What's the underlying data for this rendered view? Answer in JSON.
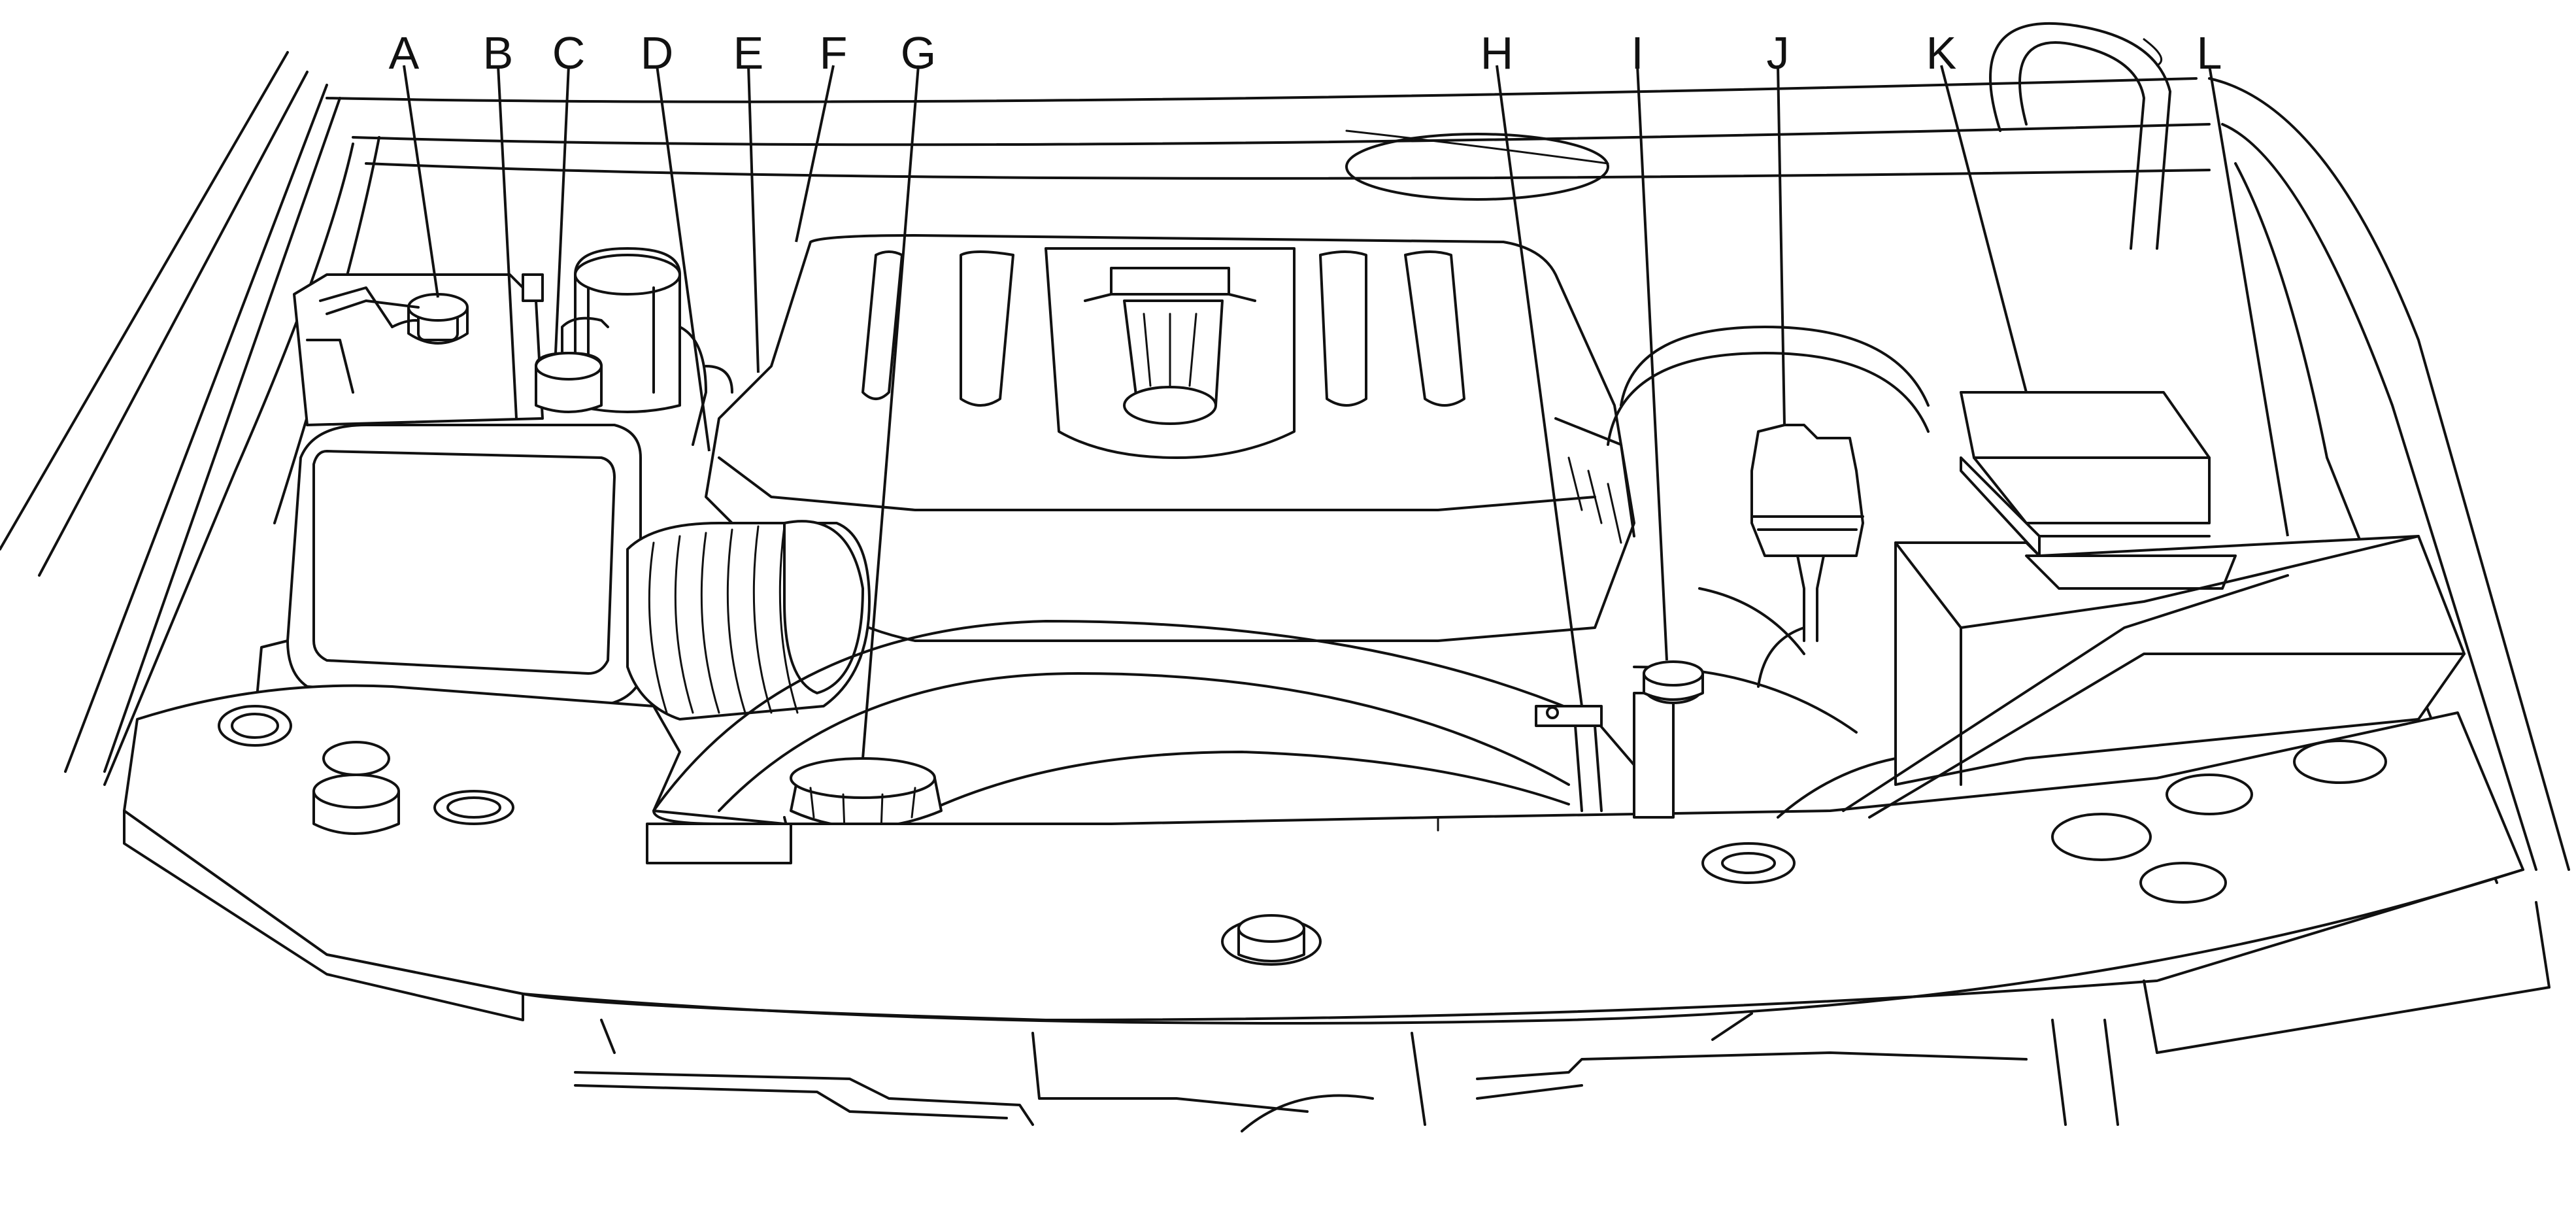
{
  "labels": [
    {
      "id": "A",
      "text": "A"
    },
    {
      "id": "B",
      "text": "B"
    },
    {
      "id": "C",
      "text": "C"
    },
    {
      "id": "D",
      "text": "D"
    },
    {
      "id": "E",
      "text": "E"
    },
    {
      "id": "F",
      "text": "F"
    },
    {
      "id": "G",
      "text": "G"
    },
    {
      "id": "H",
      "text": "H"
    },
    {
      "id": "I",
      "text": "I"
    },
    {
      "id": "J",
      "text": "J"
    },
    {
      "id": "K",
      "text": "K"
    },
    {
      "id": "L",
      "text": "L"
    }
  ]
}
